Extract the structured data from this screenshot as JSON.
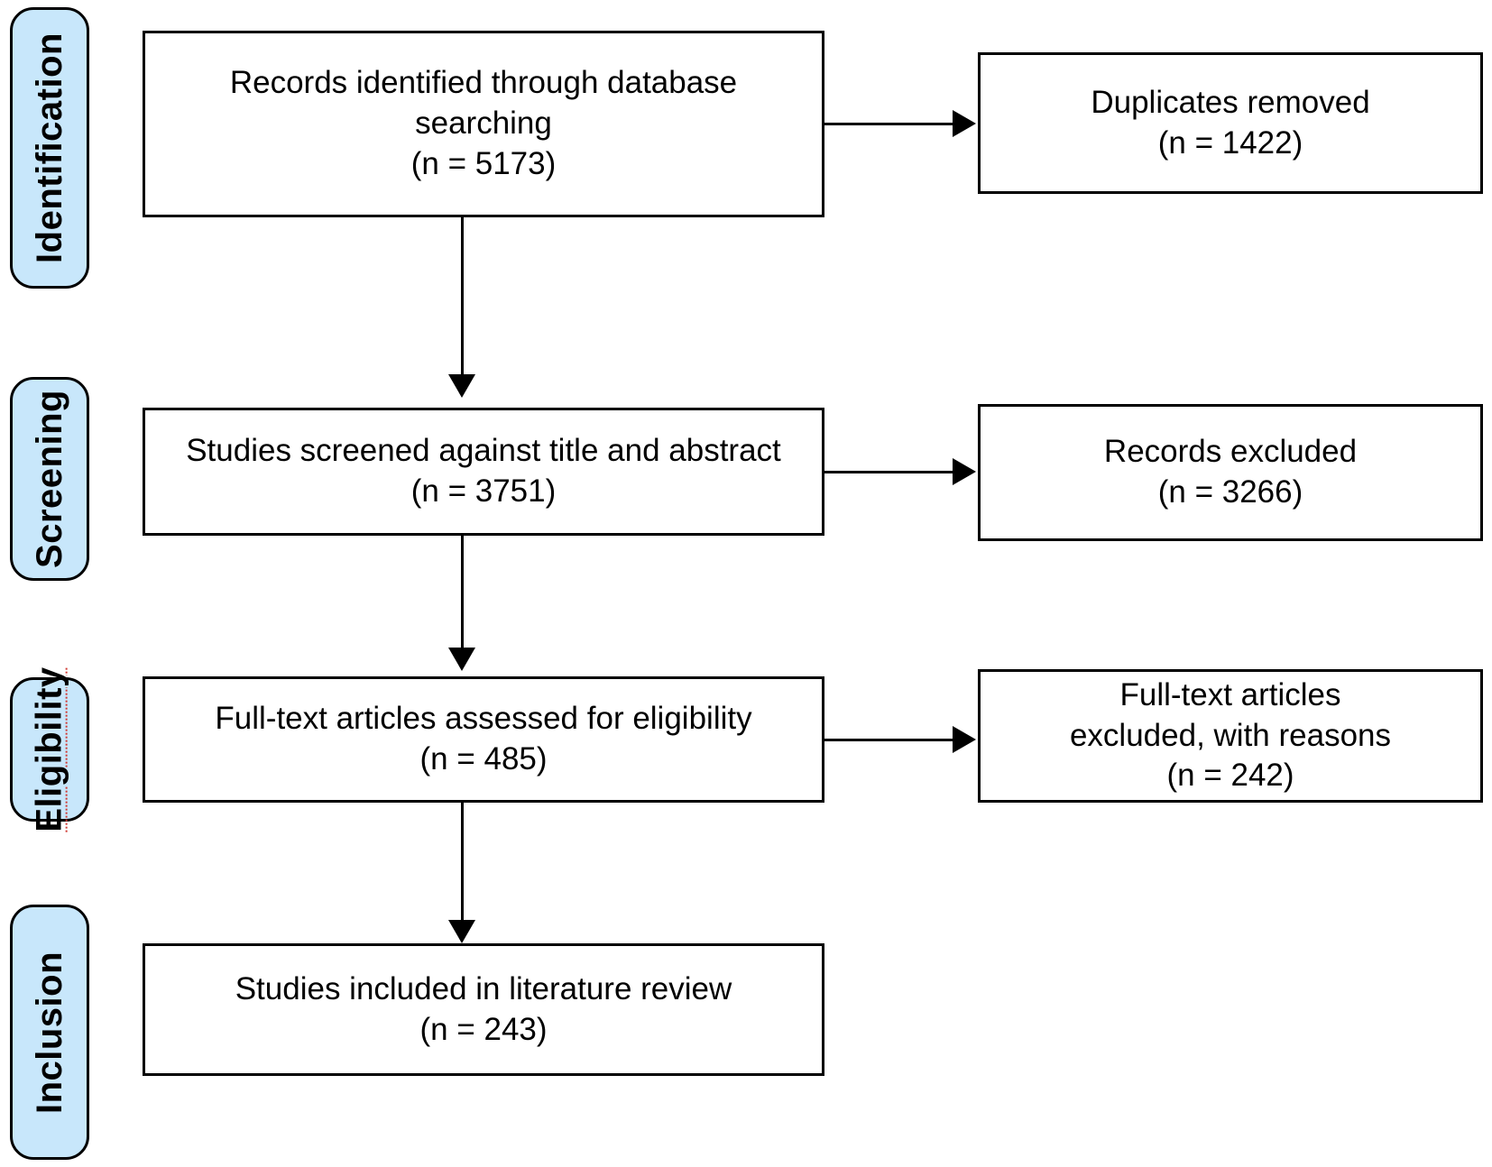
{
  "diagram": {
    "type": "prisma-flow-diagram",
    "colors": {
      "stage_label_fill": "#c8e7fb",
      "stage_label_border": "#000000",
      "box_fill": "#ffffff",
      "box_border": "#000000",
      "connector": "#000000",
      "spellcheck_underline": "#d03a34"
    },
    "stages": [
      {
        "id": "identification",
        "label": "Identification"
      },
      {
        "id": "screening",
        "label": "Screening"
      },
      {
        "id": "eligibility",
        "label": "Eligibility"
      },
      {
        "id": "inclusion",
        "label": "Inclusion"
      }
    ],
    "boxes": [
      {
        "id": "records-identified",
        "stage": "identification",
        "column": "main",
        "lines": [
          "Records identified through database",
          "searching",
          "(n = 5173)"
        ],
        "count": 5173
      },
      {
        "id": "duplicates-removed",
        "stage": "identification",
        "column": "side",
        "lines": [
          "Duplicates removed",
          "(n = 1422)"
        ],
        "count": 1422
      },
      {
        "id": "studies-screened",
        "stage": "screening",
        "column": "main",
        "lines": [
          "Studies screened against title and abstract",
          "(n = 3751)"
        ],
        "count": 3751
      },
      {
        "id": "records-excluded",
        "stage": "screening",
        "column": "side",
        "lines": [
          "Records excluded",
          "(n = 3266)"
        ],
        "count": 3266
      },
      {
        "id": "full-text-assessed",
        "stage": "eligibility",
        "column": "main",
        "lines": [
          "Full-text articles assessed for eligibility",
          "(n = 485)"
        ],
        "count": 485
      },
      {
        "id": "full-text-excluded",
        "stage": "eligibility",
        "column": "side",
        "lines": [
          "Full-text articles",
          "excluded, with reasons",
          "(n = 242)"
        ],
        "count": 242
      },
      {
        "id": "studies-included",
        "stage": "inclusion",
        "column": "main",
        "lines": [
          "Studies included in literature review",
          "(n = 243)"
        ],
        "count": 243
      }
    ],
    "connectors": [
      {
        "id": "identified-to-screened",
        "from": "records-identified",
        "to": "studies-screened",
        "direction": "down"
      },
      {
        "id": "identified-to-duplicates",
        "from": "records-identified",
        "to": "duplicates-removed",
        "direction": "right"
      },
      {
        "id": "screened-to-fulltext",
        "from": "studies-screened",
        "to": "full-text-assessed",
        "direction": "down"
      },
      {
        "id": "screened-to-excluded",
        "from": "studies-screened",
        "to": "records-excluded",
        "direction": "right"
      },
      {
        "id": "fulltext-to-included",
        "from": "full-text-assessed",
        "to": "studies-included",
        "direction": "down"
      },
      {
        "id": "fulltext-to-excluded",
        "from": "full-text-assessed",
        "to": "full-text-excluded",
        "direction": "right"
      }
    ]
  }
}
